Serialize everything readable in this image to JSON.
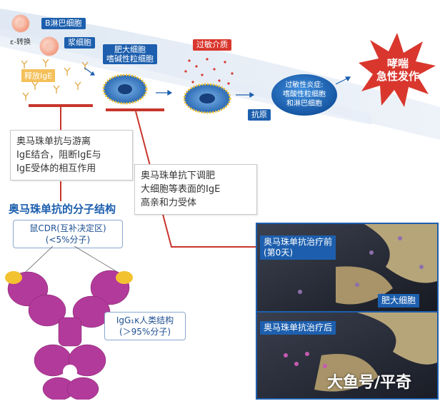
{
  "pathway": {
    "b_cell_label": "B淋巴细胞",
    "switch_label": "ε-转换",
    "plasma_cell_label": "浆细胞",
    "release_ige_label": "释放IgE",
    "mast_cell_label_line1": "肥大细胞",
    "mast_cell_label_line2": "嗜碱性粒细胞",
    "allergen_mediator_label": "过敏介质",
    "antigen_label": "抗原",
    "inflammation_label_line1": "过敏性炎症:",
    "inflammation_label_line2": "嗜酸性粒细胞",
    "inflammation_label_line3": "和淋巴细胞",
    "asthma_label_line1": "哮喘",
    "asthma_label_line2": "急性发作"
  },
  "notes": {
    "mechanism1_line1": "奥马珠单抗与游离",
    "mechanism1_line2": "IgE结合，阻断IgE与",
    "mechanism1_line3": "IgE受体的相互作用",
    "mechanism2_line1": "奥马珠单抗下调肥",
    "mechanism2_line2": "大细胞等表面的IgE",
    "mechanism2_line3": "高亲和力受体"
  },
  "structure": {
    "title": "奥马珠单抗的分子结构",
    "cdr_line1": "鼠CDR(互补决定区)",
    "cdr_line2": "(<5%分子)",
    "igg_line1": "IgG₁κ人类结构",
    "igg_line2": "(＞95%分子)"
  },
  "photos": {
    "before_line1": "奥马珠单抗治疗前",
    "before_line2": "(第0天)",
    "mast_cell": "肥大细胞",
    "after": "奥马珠单抗治疗后"
  },
  "watermark": "大鱼号/平奇",
  "colors": {
    "accent_blue": "#1d5fae",
    "accent_red": "#c8352b",
    "antibody_magenta": "#b23a9a",
    "cdr_yellow": "#f2c230"
  }
}
